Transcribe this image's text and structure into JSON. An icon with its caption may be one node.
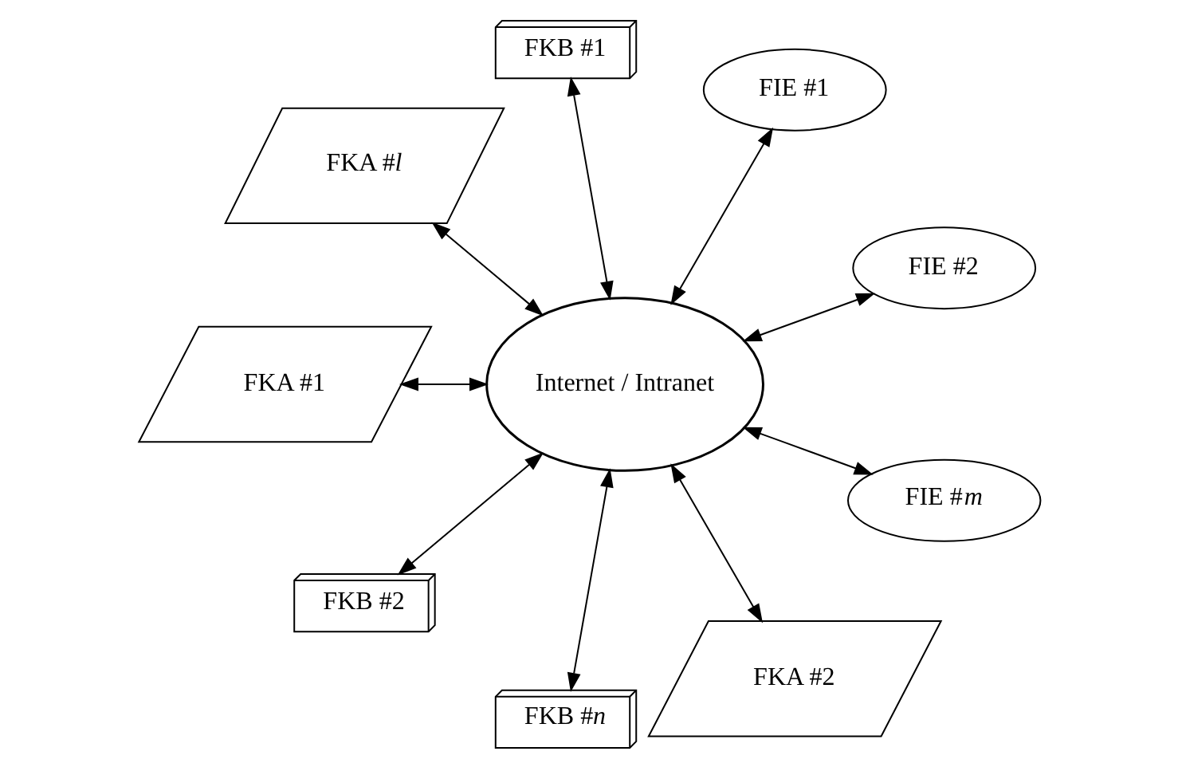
{
  "diagram": {
    "nodes": [
      {
        "text": [
          "Internet / Intranet"
        ]
      },
      {
        "text": [
          "FIE #2"
        ]
      },
      {
        "text": [
          "FIE #1"
        ]
      },
      {
        "text": [
          "FKB #1"
        ]
      },
      {
        "text": [
          "FKA #*l*"
        ]
      },
      {
        "text": [
          "FKA #1"
        ]
      },
      {
        "text": [
          "FKB #2"
        ]
      },
      {
        "text": [
          "FKB #*n*"
        ]
      },
      {
        "text": [
          "FKA #2"
        ]
      },
      {
        "text": [
          "FIE #*m*"
        ]
      }
    ],
    "edges": [
      {
        "from": 0,
        "to": 2,
        "arrow": "both"
      },
      {
        "from": 0,
        "to": 3,
        "arrow": "both"
      },
      {
        "from": 0,
        "to": 4,
        "arrow": "both"
      },
      {
        "from": 0,
        "to": 6,
        "arrow": "both"
      },
      {
        "from": 0,
        "to": 9,
        "arrow": "both"
      },
      {
        "from": 0,
        "to": 8,
        "arrow": "both"
      },
      {
        "from": 0,
        "to": 7,
        "arrow": "both"
      },
      {
        "from": 0,
        "to": 5,
        "arrow": "both"
      },
      {
        "from": 0,
        "to": 1,
        "arrow": "both"
      }
    ]
  }
}
